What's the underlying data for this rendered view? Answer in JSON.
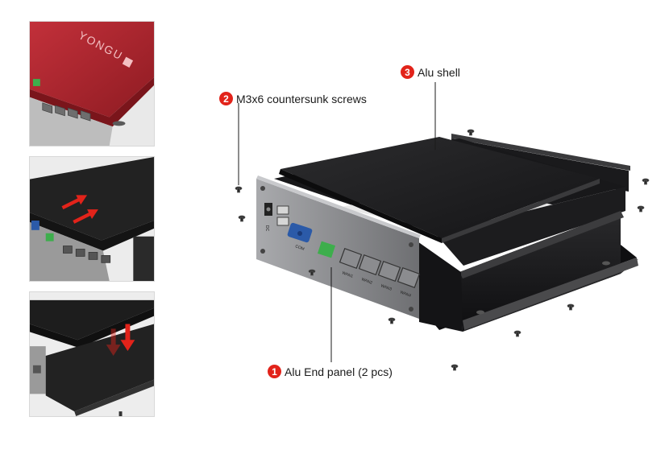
{
  "brand": {
    "logo_text": "YONGU"
  },
  "callouts": [
    {
      "number": "1",
      "label": "Alu End panel (2 pcs)"
    },
    {
      "number": "2",
      "label": "M3x6 countersunk screws"
    },
    {
      "number": "3",
      "label": "Alu shell"
    }
  ],
  "panel_labels": {
    "ports": [
      "WAN1",
      "WAN2",
      "WAN3",
      "WAN4"
    ],
    "dc_label": "DC",
    "com_label": "COM"
  },
  "colors": {
    "callout_accent": "#e2231a",
    "thumb_red_shell": "#b3262c",
    "enclosure": "#1c1c1e"
  }
}
